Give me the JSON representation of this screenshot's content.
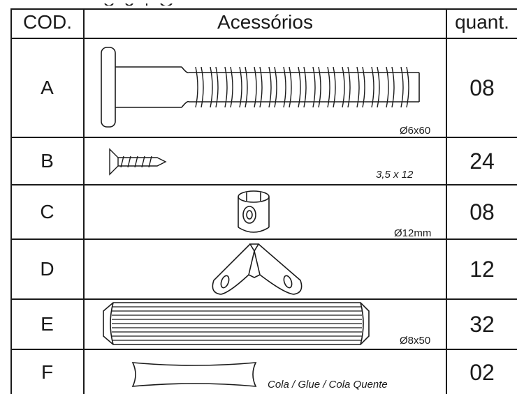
{
  "table": {
    "headers": {
      "code": "COD.",
      "item": "Acessórios",
      "quantity": "quant."
    },
    "rows": [
      {
        "code": "A",
        "spec": "Ø6x60",
        "quantity": "08",
        "icon": "bolt-icon"
      },
      {
        "code": "B",
        "spec": "3,5 x 12",
        "quantity": "24",
        "icon": "screw-icon"
      },
      {
        "code": "C",
        "spec": "Ø12mm",
        "quantity": "08",
        "icon": "cam-nut-icon"
      },
      {
        "code": "D",
        "spec": "",
        "quantity": "12",
        "icon": "angle-bracket-icon"
      },
      {
        "code": "E",
        "spec": "Ø8x50",
        "quantity": "32",
        "icon": "dowel-icon"
      },
      {
        "code": "F",
        "spec": "Cola / Glue / Cola Quente",
        "quantity": "02",
        "icon": "glue-stick-icon"
      }
    ]
  }
}
